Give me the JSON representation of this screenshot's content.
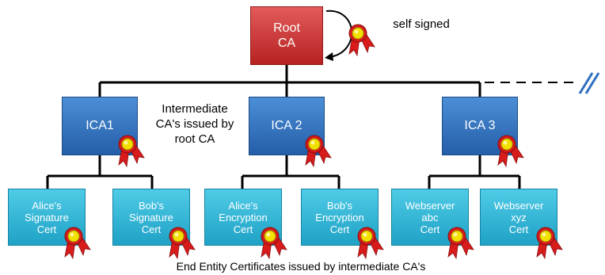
{
  "root": {
    "label": "Root\nCA"
  },
  "annotations": {
    "self_signed": "self signed",
    "intermediate": "Intermediate\nCA's issued by\nroot CA",
    "end_entity": "End Entity Certificates issued by intermediate CA's"
  },
  "intermediates": [
    {
      "label": "ICA1"
    },
    {
      "label": "ICA 2"
    },
    {
      "label": "ICA 3"
    }
  ],
  "end_entities": [
    {
      "label": "Alice's\nSignature\nCert"
    },
    {
      "label": "Bob's\nSignature\nCert"
    },
    {
      "label": "Alice's\nEncryption\nCert"
    },
    {
      "label": "Bob's\nEncryption\nCert"
    },
    {
      "label": "Webserver\nabc\nCert"
    },
    {
      "label": "Webserver\nxyz\nCert"
    }
  ],
  "colors": {
    "root": "#c93434",
    "intermediate": "#2f6fbf",
    "end_entity": "#2eb4d6",
    "badge_ribbon": "#d81b1b",
    "badge_seal": "#f2e000"
  },
  "icons": {
    "certificate": "certificate-badge-icon",
    "self_sign_arrow": "curved-arrow-icon"
  }
}
